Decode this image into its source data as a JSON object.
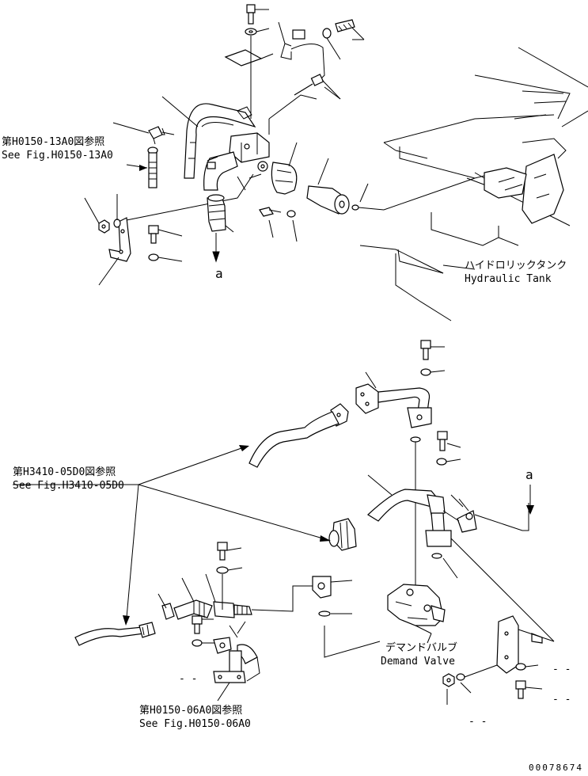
{
  "references": {
    "ref_h0150_13a0": {
      "jp": "第H0150-13A0図参照",
      "en": "See Fig.H0150-13A0"
    },
    "ref_h3410_05d0": {
      "jp": "第H3410-05D0図参照",
      "en": "See Fig.H3410-05D0"
    },
    "ref_h0150_06a0": {
      "jp": "第H0150-06A0図参照",
      "en": "See Fig.H0150-06A0"
    }
  },
  "components": {
    "hydraulic_tank": {
      "jp": "ハイドロリックタンク",
      "en": "Hydraulic Tank"
    },
    "demand_valve": {
      "jp": "デマンドバルブ",
      "en": "Demand Valve"
    }
  },
  "connectors": {
    "a_top": "a",
    "a_right": "a"
  },
  "dash_marks": [
    "- -",
    "- -",
    "- -",
    "- -"
  ],
  "drawing_number": "00078674"
}
